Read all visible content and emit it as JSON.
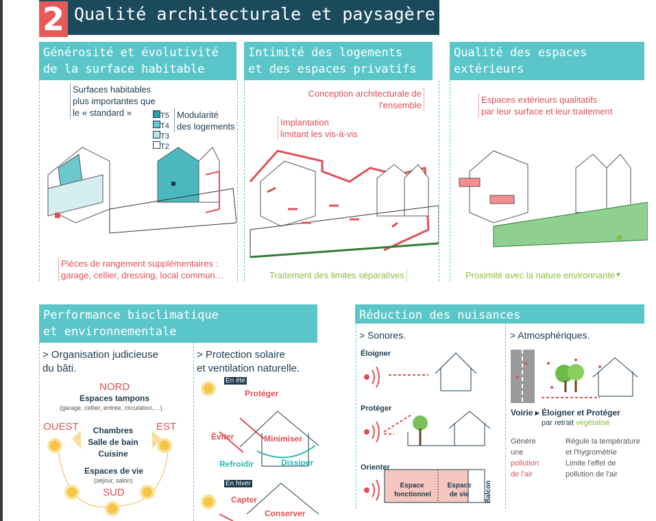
{
  "header": {
    "number": "2",
    "title": "Qualité architecturale et paysagère"
  },
  "sections": [
    {
      "title_l1": "Générosité et évolutivité",
      "title_l2": "de la surface habitable",
      "note1": [
        "Surfaces habitables",
        "plus importantes que",
        "le « standard »"
      ],
      "legend": [
        "T5",
        "T4",
        "T3",
        "T2"
      ],
      "note2": [
        "Modularité",
        "des logements"
      ],
      "note3": [
        "Pièces de rangement supplémentaires :",
        "garage, cellier, dressing, local commun…"
      ]
    },
    {
      "title_l1": "Intimité des logements",
      "title_l2": "et des espaces privatifs",
      "note1": [
        "Conception architecturale de",
        "l'ensemble"
      ],
      "note2": [
        "Implantation",
        "limitant les vis-à-vis"
      ],
      "note3": "Traitement des limites séparatives"
    },
    {
      "title_l1": "Qualité des espaces",
      "title_l2": "extérieurs",
      "note1": [
        "Espaces extérieurs qualitatifs",
        "par leur surface et leur traitement"
      ],
      "note3": "Proximité avec la nature environnante"
    }
  ],
  "bioclim": {
    "title_l1": "Performance bioclimatique",
    "title_l2": "et environnementale",
    "org": {
      "heading": [
        "> Organisation judicieuse",
        "du bâti."
      ],
      "nord": "NORD",
      "tampons": "Espaces tampons",
      "tampons_sub": "(garage, cellier, entrée, circulation,…)",
      "ouest": "OUEST",
      "est": "EST",
      "rooms": [
        "Chambres",
        "Salle de bain",
        "Cuisine"
      ],
      "vie": "Espaces de vie",
      "vie_sub": "(séjour, salon)",
      "sud": "SUD"
    },
    "prot": {
      "heading": [
        "> Protection solaire",
        "et ventilation naturelle."
      ],
      "ete": "En été",
      "proteger": "Protéger",
      "eviter": "Éviter",
      "minimiser": "Minimiser",
      "refroidir": "Refroidir",
      "dissiper": "Dissiper",
      "hiver": "En hiver",
      "capter": "Capter",
      "conserver": "Conserver"
    }
  },
  "nuisances": {
    "title": "Réduction des nuisances",
    "sonores": {
      "heading": "> Sonores.",
      "eloigner": "Éloigner",
      "proteger": "Protéger",
      "orienter": "Orienter",
      "fonctionnel": [
        "Espace",
        "fonctionnel"
      ],
      "vie": [
        "Espace",
        "de vie"
      ],
      "balcon": "Balcon"
    },
    "atmo": {
      "heading": "> Atmosphériques.",
      "voirie": "Voirie ▸",
      "action": "Éloigner et Protéger",
      "par": "par retrait ",
      "veg": "végétalisé",
      "genere": [
        "Génère",
        "une"
      ],
      "pollution": [
        "pollution",
        "de l'air"
      ],
      "regule": [
        "Régule la température",
        "et l'hygrométrie",
        "Limite l'effet de",
        "pollution de l'air"
      ]
    }
  },
  "colors": {
    "teal": "#5bc6ca",
    "navy": "#1b4a5d",
    "red": "#e04f55",
    "green": "#8bbd3c"
  }
}
